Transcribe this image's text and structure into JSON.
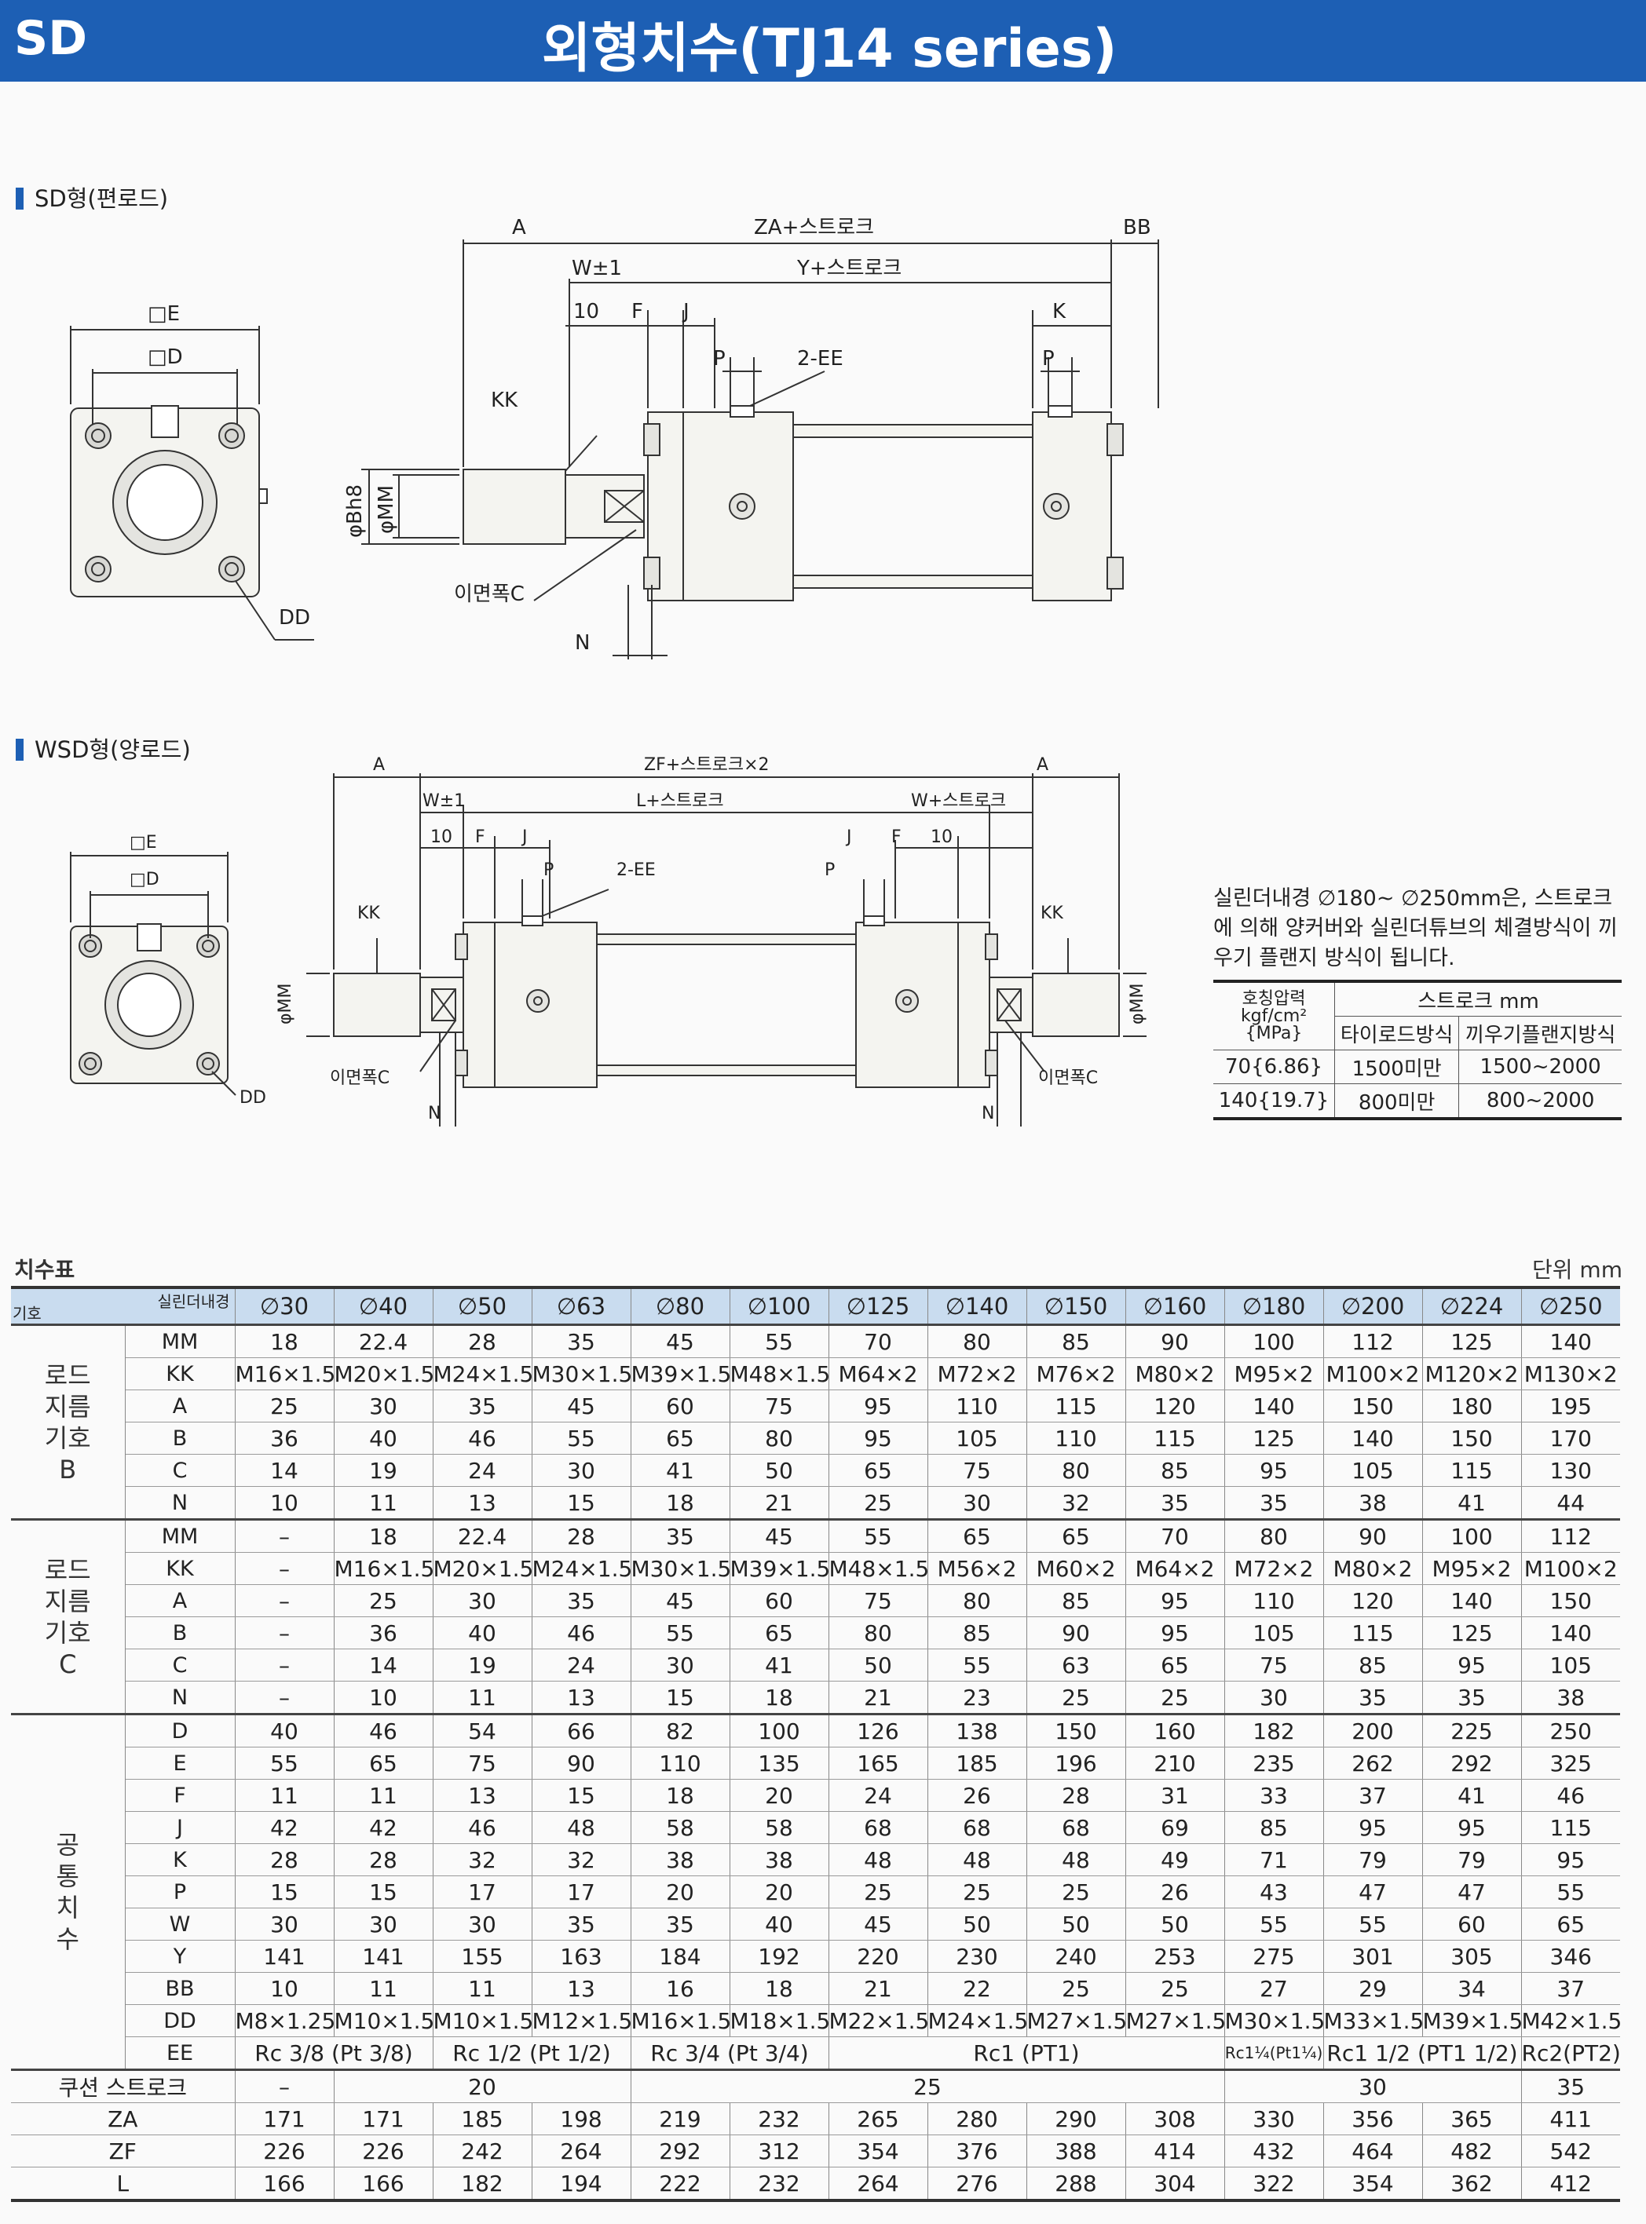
{
  "header": {
    "left": "SD",
    "title": "외형치수(TJ14 series)"
  },
  "sections": {
    "sd": "SD형(편로드)",
    "wsd": "WSD형(양로드)"
  },
  "sd_diagram": {
    "A": "A",
    "ZA": "ZA+스트로크",
    "BB": "BB",
    "W": "W±1",
    "Y": "Y+스트로크",
    "ten": "10",
    "F": "F",
    "J": "J",
    "K": "K",
    "P": "P",
    "EE": "2-EE",
    "KK": "KK",
    "E": "□E",
    "D": "□D",
    "DD": "DD",
    "B": "φBh8",
    "MM": "φMM",
    "C": "이면폭C",
    "N": "N"
  },
  "wsd_diagram": {
    "A": "A",
    "ZF": "ZF+스트로크×2",
    "W": "W±1",
    "L": "L+스트로크",
    "W2": "W+스트로크",
    "ten": "10",
    "F": "F",
    "J": "J",
    "P": "P",
    "EE": "2-EE",
    "KK": "KK",
    "E": "□E",
    "D": "□D",
    "DD": "DD",
    "MM": "φMM",
    "C": "이면폭C",
    "N": "N"
  },
  "note": "실린더내경 ∅180~ ∅250mm은, 스트로크에 의해 양커버와 실린더튜브의 체결방식이 끼우기 플랜지 방식이 됩니다.",
  "stroke_table": {
    "h_pressure": "호칭압력",
    "h_unit": "kgf/cm²",
    "h_mpa": "{MPa}",
    "h_stroke": "스트로크 mm",
    "h_tierod": "타이로드방식",
    "h_flange": "끼우기플랜지방식",
    "rows": [
      [
        "70{6.86}",
        "1500미만",
        "1500~2000"
      ],
      [
        "140{19.7}",
        "800미만",
        "800~2000"
      ]
    ]
  },
  "dims": {
    "title": "치수표",
    "unit": "단위 mm",
    "corner_top": "실린더내경",
    "corner_bottom": "기호",
    "bores": [
      "∅30",
      "∅40",
      "∅50",
      "∅63",
      "∅80",
      "∅100",
      "∅125",
      "∅140",
      "∅150",
      "∅160",
      "∅180",
      "∅200",
      "∅224",
      "∅250"
    ],
    "groupB": {
      "label": "로드\n지름\n기호\nB",
      "rows": [
        [
          "MM",
          "18",
          "22.4",
          "28",
          "35",
          "45",
          "55",
          "70",
          "80",
          "85",
          "90",
          "100",
          "112",
          "125",
          "140"
        ],
        [
          "KK",
          "M16×1.5",
          "M20×1.5",
          "M24×1.5",
          "M30×1.5",
          "M39×1.5",
          "M48×1.5",
          "M64×2",
          "M72×2",
          "M76×2",
          "M80×2",
          "M95×2",
          "M100×2",
          "M120×2",
          "M130×2"
        ],
        [
          "A",
          "25",
          "30",
          "35",
          "45",
          "60",
          "75",
          "95",
          "110",
          "115",
          "120",
          "140",
          "150",
          "180",
          "195"
        ],
        [
          "B",
          "36",
          "40",
          "46",
          "55",
          "65",
          "80",
          "95",
          "105",
          "110",
          "115",
          "125",
          "140",
          "150",
          "170"
        ],
        [
          "C",
          "14",
          "19",
          "24",
          "30",
          "41",
          "50",
          "65",
          "75",
          "80",
          "85",
          "95",
          "105",
          "115",
          "130"
        ],
        [
          "N",
          "10",
          "11",
          "13",
          "15",
          "18",
          "21",
          "25",
          "30",
          "32",
          "35",
          "35",
          "38",
          "41",
          "44"
        ]
      ]
    },
    "groupC": {
      "label": "로드\n지름\n기호\nC",
      "rows": [
        [
          "MM",
          "–",
          "18",
          "22.4",
          "28",
          "35",
          "45",
          "55",
          "65",
          "65",
          "70",
          "80",
          "90",
          "100",
          "112"
        ],
        [
          "KK",
          "–",
          "M16×1.5",
          "M20×1.5",
          "M24×1.5",
          "M30×1.5",
          "M39×1.5",
          "M48×1.5",
          "M56×2",
          "M60×2",
          "M64×2",
          "M72×2",
          "M80×2",
          "M95×2",
          "M100×2"
        ],
        [
          "A",
          "–",
          "25",
          "30",
          "35",
          "45",
          "60",
          "75",
          "80",
          "85",
          "95",
          "110",
          "120",
          "140",
          "150"
        ],
        [
          "B",
          "–",
          "36",
          "40",
          "46",
          "55",
          "65",
          "80",
          "85",
          "90",
          "95",
          "105",
          "115",
          "125",
          "140"
        ],
        [
          "C",
          "–",
          "14",
          "19",
          "24",
          "30",
          "41",
          "50",
          "55",
          "63",
          "65",
          "75",
          "85",
          "95",
          "105"
        ],
        [
          "N",
          "–",
          "10",
          "11",
          "13",
          "15",
          "18",
          "21",
          "23",
          "25",
          "25",
          "30",
          "35",
          "35",
          "38"
        ]
      ]
    },
    "groupCommon": {
      "label": "공\n통\n치\n수",
      "rows": [
        [
          "D",
          "40",
          "46",
          "54",
          "66",
          "82",
          "100",
          "126",
          "138",
          "150",
          "160",
          "182",
          "200",
          "225",
          "250"
        ],
        [
          "E",
          "55",
          "65",
          "75",
          "90",
          "110",
          "135",
          "165",
          "185",
          "196",
          "210",
          "235",
          "262",
          "292",
          "325"
        ],
        [
          "F",
          "11",
          "11",
          "13",
          "15",
          "18",
          "20",
          "24",
          "26",
          "28",
          "31",
          "33",
          "37",
          "41",
          "46"
        ],
        [
          "J",
          "42",
          "42",
          "46",
          "48",
          "58",
          "58",
          "68",
          "68",
          "68",
          "69",
          "85",
          "95",
          "95",
          "115"
        ],
        [
          "K",
          "28",
          "28",
          "32",
          "32",
          "38",
          "38",
          "48",
          "48",
          "48",
          "49",
          "71",
          "79",
          "79",
          "95"
        ],
        [
          "P",
          "15",
          "15",
          "17",
          "17",
          "20",
          "20",
          "25",
          "25",
          "25",
          "26",
          "43",
          "47",
          "47",
          "55"
        ],
        [
          "W",
          "30",
          "30",
          "30",
          "35",
          "35",
          "40",
          "45",
          "50",
          "50",
          "50",
          "55",
          "55",
          "60",
          "65"
        ],
        [
          "Y",
          "141",
          "141",
          "155",
          "163",
          "184",
          "192",
          "220",
          "230",
          "240",
          "253",
          "275",
          "301",
          "305",
          "346"
        ],
        [
          "BB",
          "10",
          "11",
          "11",
          "13",
          "16",
          "18",
          "21",
          "22",
          "25",
          "25",
          "27",
          "29",
          "34",
          "37"
        ],
        [
          "DD",
          "M8×1.25",
          "M10×1.5",
          "M10×1.5",
          "M12×1.5",
          "M16×1.5",
          "M18×1.5",
          "M22×1.5",
          "M24×1.5",
          "M27×1.5",
          "M27×1.5",
          "M30×1.5",
          "M33×1.5",
          "M39×1.5",
          "M42×1.5"
        ]
      ],
      "EE": [
        "Rc 3/8 (Pt 3/8)",
        "Rc 1/2 (Pt 1/2)",
        "Rc 3/4 (Pt 3/4)",
        "Rc1 (PT1)",
        "Rc1¼(Pt1¼)",
        "Rc1 1/2 (PT1 1/2)",
        "Rc2(PT2)"
      ]
    },
    "cushion": {
      "label": "쿠션 스트로크",
      "values": [
        "–",
        "20",
        "25",
        "30",
        "35"
      ]
    },
    "bottom": [
      [
        "ZA",
        "171",
        "171",
        "185",
        "198",
        "219",
        "232",
        "265",
        "280",
        "290",
        "308",
        "330",
        "356",
        "365",
        "411"
      ],
      [
        "ZF",
        "226",
        "226",
        "242",
        "264",
        "292",
        "312",
        "354",
        "376",
        "388",
        "414",
        "432",
        "464",
        "482",
        "542"
      ],
      [
        "L",
        "166",
        "166",
        "182",
        "194",
        "222",
        "232",
        "264",
        "276",
        "288",
        "304",
        "322",
        "354",
        "362",
        "412"
      ]
    ]
  }
}
